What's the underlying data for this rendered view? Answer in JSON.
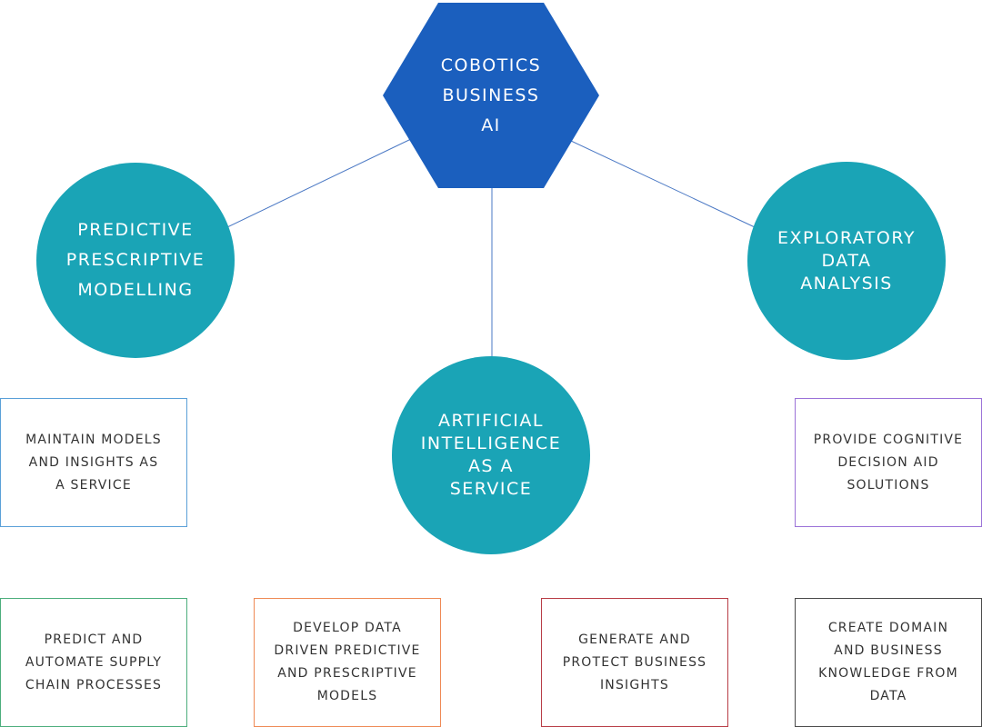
{
  "colors": {
    "hexagon": "#1b5fbe",
    "circle": "#1aa4b6",
    "connector": "#4a78c4",
    "box_maintain": "#5aa0d8",
    "box_cognitive": "#9b72d8",
    "box_supply": "#4cae7c",
    "box_develop": "#ef8a55",
    "box_generate": "#b83d46",
    "box_create": "#4a4a4a"
  },
  "hub": {
    "lines": [
      "COBOTICS",
      "BUSINESS",
      "AI"
    ]
  },
  "circles": {
    "left": {
      "lines": [
        "PREDICTIVE",
        "PRESCRIPTIVE",
        "MODELLING"
      ]
    },
    "right": {
      "lines": [
        "EXPLORATORY",
        "DATA",
        "ANALYSIS"
      ]
    },
    "center": {
      "lines": [
        "ARTIFICIAL",
        "INTELLIGENCE",
        "AS A",
        "SERVICE"
      ]
    }
  },
  "boxes": {
    "maintain": {
      "lines": [
        "MAINTAIN MODELS",
        "AND INSIGHTS AS",
        "A SERVICE"
      ]
    },
    "cognitive": {
      "lines": [
        "PROVIDE COGNITIVE",
        "DECISION AID",
        "SOLUTIONS"
      ]
    },
    "supply": {
      "lines": [
        "PREDICT AND",
        "AUTOMATE SUPPLY",
        "CHAIN PROCESSES"
      ]
    },
    "develop": {
      "lines": [
        "DEVELOP DATA",
        "DRIVEN PREDICTIVE",
        "AND PRESCRIPTIVE",
        "MODELS"
      ]
    },
    "generate": {
      "lines": [
        "GENERATE AND",
        "PROTECT BUSINESS",
        "INSIGHTS"
      ]
    },
    "create": {
      "lines": [
        "CREATE DOMAIN",
        "AND BUSINESS",
        "KNOWLEDGE FROM",
        "DATA"
      ]
    }
  }
}
